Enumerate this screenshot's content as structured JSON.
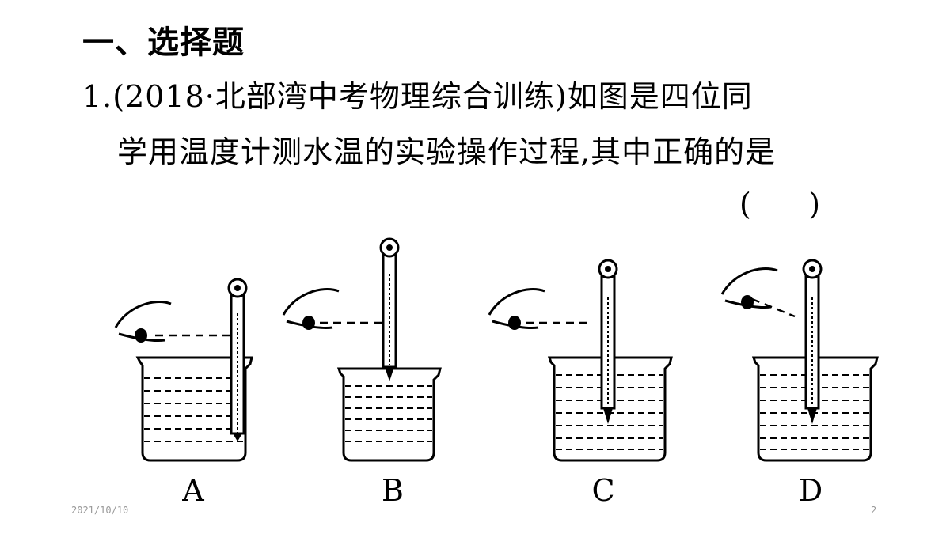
{
  "section": {
    "title": "一、选择题"
  },
  "question": {
    "line1": "1.(2018·北部湾中考物理综合训练)如图是四位同",
    "line2": "学用温度计测水温的实验操作过程,其中正确的是",
    "answer_bracket": "(      )"
  },
  "figures": [
    {
      "label": "A"
    },
    {
      "label": "B"
    },
    {
      "label": "C"
    },
    {
      "label": "D"
    }
  ],
  "footer": {
    "date": "2021/10/10",
    "page": "2"
  }
}
